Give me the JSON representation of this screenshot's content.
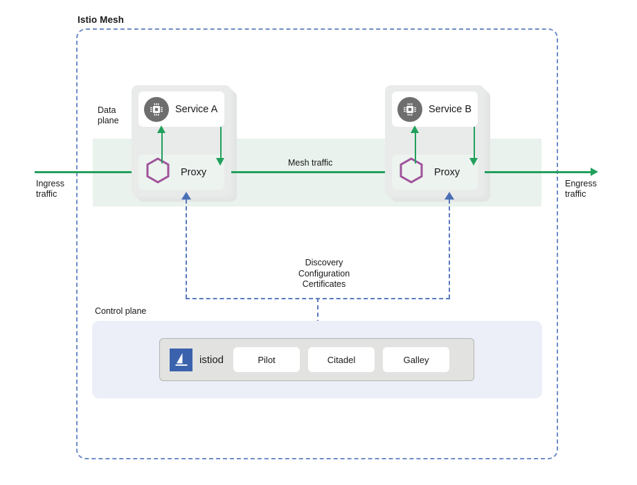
{
  "diagram": {
    "title": "Istio Mesh",
    "mesh_border_color": "#6d8cc8",
    "accent_green": "#21a05c",
    "accent_blue": "#5579bd",
    "hexagon_color": "#a0539b",
    "chip_circle_color": "#6e6e6e",
    "dataplane_band_color": "#e9f2ec",
    "controlplane_panel_color": "#eceef8"
  },
  "data_plane": {
    "label": "Data\nplane",
    "label_line1": "Data",
    "label_line2": "plane"
  },
  "traffic": {
    "ingress_line1": "Ingress",
    "ingress_line2": "traffic",
    "egress_line1": "Engress",
    "egress_line2": "traffic",
    "mesh_label": "Mesh traffic"
  },
  "pods": [
    {
      "service_name": "Service A",
      "service_icon": "chip-icon",
      "proxy_name": "Proxy",
      "proxy_icon": "hexagon-icon"
    },
    {
      "service_name": "Service B",
      "service_icon": "chip-icon",
      "proxy_name": "Proxy",
      "proxy_icon": "hexagon-icon"
    }
  ],
  "control_channel": {
    "line1": "Discovery",
    "line2": "Configuration",
    "line3": "Certificates"
  },
  "control_plane": {
    "label": "Control plane",
    "istiod_name": "istiod",
    "istiod_icon": "sailboat-icon",
    "components": [
      {
        "label": "Pilot"
      },
      {
        "label": "Citadel"
      },
      {
        "label": "Galley"
      }
    ]
  }
}
